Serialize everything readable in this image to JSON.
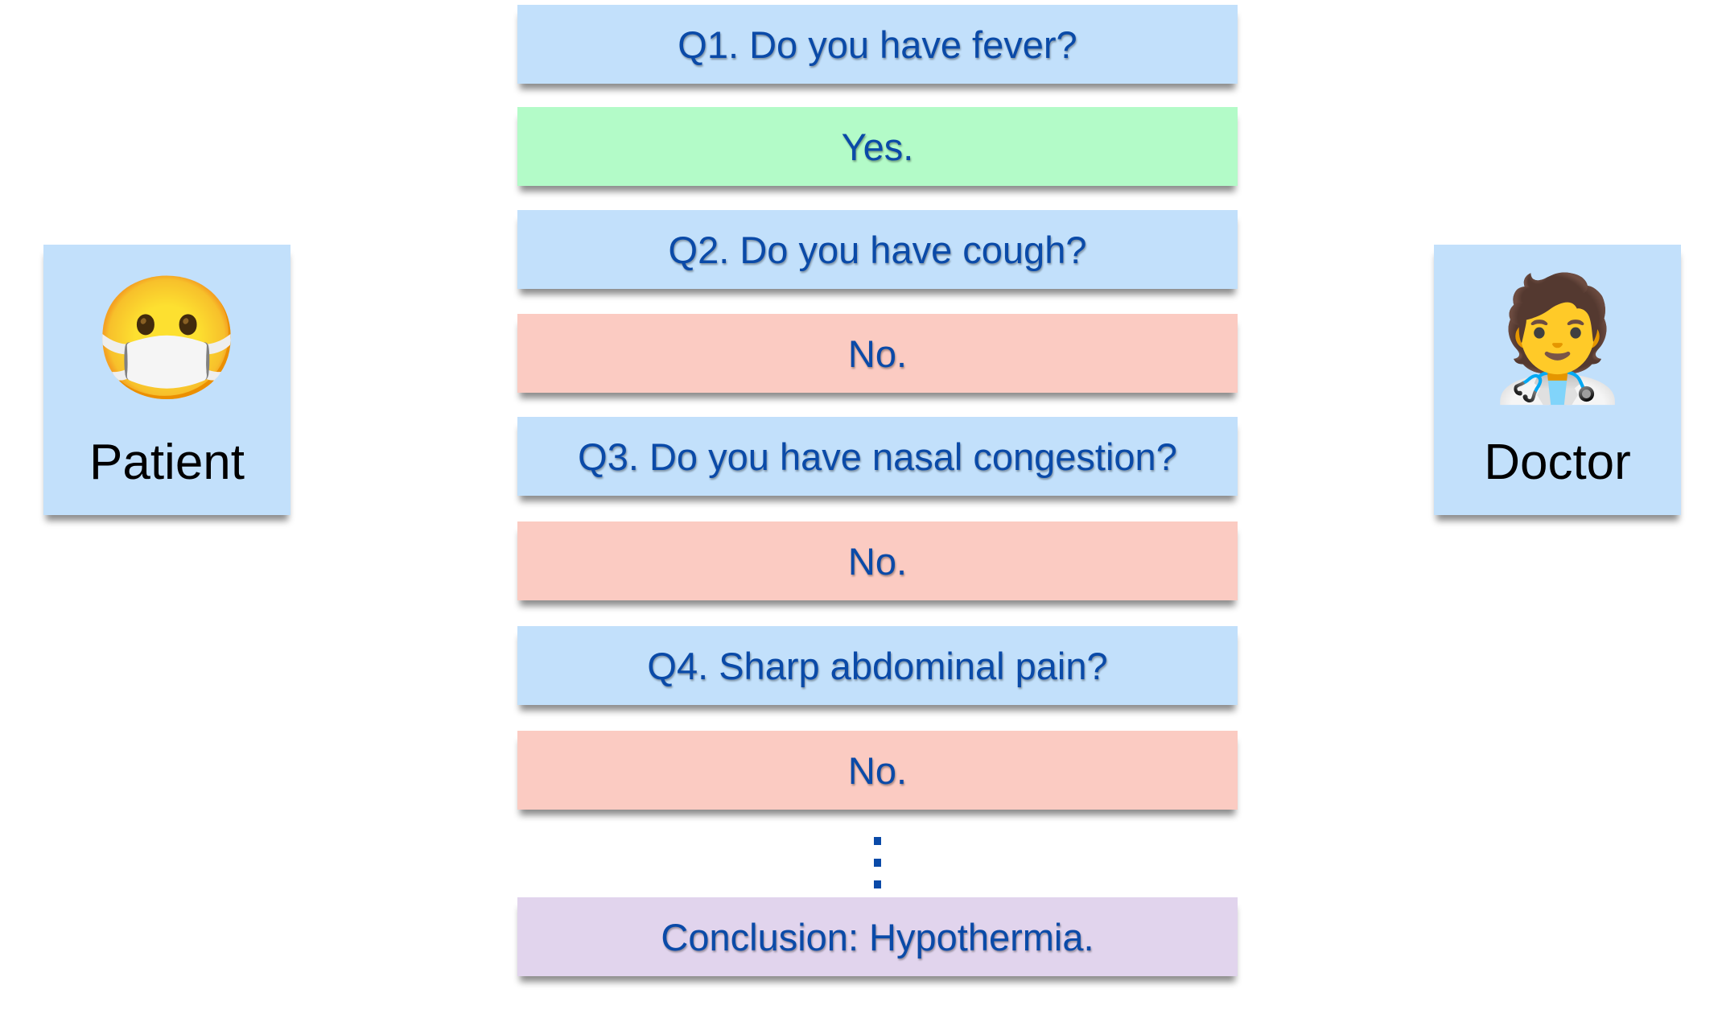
{
  "patient": {
    "label": "Patient",
    "icon": "face-with-medical-mask-icon",
    "emoji": "😷"
  },
  "doctor": {
    "label": "Doctor",
    "icon": "health-worker-icon",
    "emoji": "🧑‍⚕️"
  },
  "dialogue": [
    {
      "type": "question",
      "text": "Q1. Do you have fever?",
      "color": "#c2e0fb"
    },
    {
      "type": "answer",
      "text": "Yes.",
      "color": "#b3fbc8"
    },
    {
      "type": "question",
      "text": "Q2. Do you have cough?",
      "color": "#c2e0fb"
    },
    {
      "type": "answer",
      "text": "No.",
      "color": "#fbcbc2"
    },
    {
      "type": "question",
      "text": "Q3. Do you have nasal congestion?",
      "color": "#c2e0fb"
    },
    {
      "type": "answer",
      "text": "No.",
      "color": "#fbcbc2"
    },
    {
      "type": "question",
      "text": "Q4. Sharp abdominal pain?",
      "color": "#c2e0fb"
    },
    {
      "type": "answer",
      "text": "No.",
      "color": "#fbcbc2"
    }
  ],
  "ellipsis": "vertical-ellipsis",
  "conclusion": {
    "text": "Conclusion: Hypothermia.",
    "color": "#e1d4ed"
  },
  "text_color": "#0a4aa8"
}
